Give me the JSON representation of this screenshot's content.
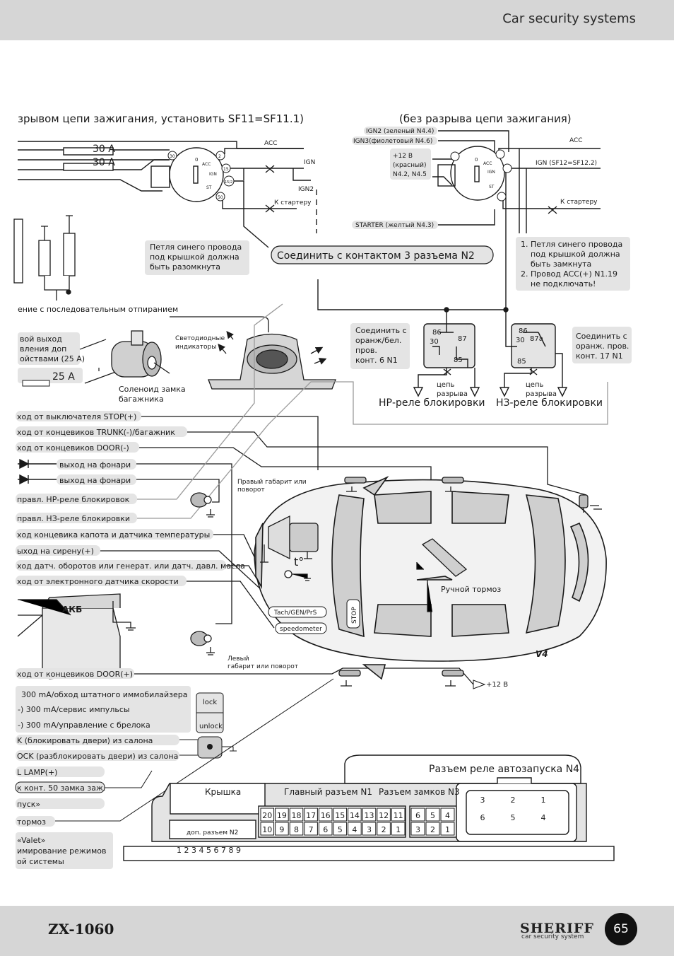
{
  "header": {
    "title": "Car security systems"
  },
  "footer": {
    "model": "ZX-1060",
    "brand": "SHERIFF",
    "brand_sub": "car security system",
    "page": "65"
  },
  "colors": {
    "band": "#d6d6d6",
    "label_bg": "#e4e4e4",
    "line": "#1a1a1a",
    "gray_line": "#9a9a9a",
    "page_badge": "#111111"
  },
  "diagram": {
    "title_left": "зрывом цепи зажигания, установить SF11=SF11.1)",
    "title_right": "(без разрыва цепи зажигания)",
    "fuse1": "30 A",
    "fuse2": "30 A",
    "fuse3": "25 A",
    "acc_left": "ACC",
    "ign_left": "IGN",
    "ign2_left": "IGN2",
    "k_starter_left": "К стартеру",
    "lock_terms": [
      "30",
      "2",
      "15",
      "15/2",
      "50"
    ],
    "lock_inner": [
      "0",
      "ACC",
      "IGN",
      "ST"
    ],
    "loop_note": [
      "Петля синего провода",
      "под крышкой должна",
      "быть разомкнута"
    ],
    "connect_n2": "Соединить с контактом 3 разъема N2",
    "ign2_green": "IGN2 (зеленый N4.4)",
    "ign3_violet": "IGN3(фиолетовый N4.6)",
    "plus12_red": [
      "+12 В",
      "(красный)",
      "N4.2, N4.5"
    ],
    "acc_right": "ACC",
    "ign_right": "IGN (SF12=SF12.2)",
    "k_starter_right": "К стартеру",
    "starter_yellow": "STARTER (желтый N4.3)",
    "right_notes": [
      "1. Петля синего провода",
      "под крышкой должна",
      "быть замкнута",
      "2. Провод ACC(+) N1.19",
      "не подключать!"
    ],
    "serial_unlock": "ение с последовательным отпиранием",
    "extra_output": [
      "вой выход",
      "вления доп",
      "ойствами (25 А)"
    ],
    "led_label": [
      "Светодиодные",
      "индикаторы"
    ],
    "solenoid": [
      "Соленоид замка",
      "багажника"
    ],
    "connect_orange_white": [
      "Соединить с",
      "оранж/бел.",
      "пров.",
      "конт. 6 N1"
    ],
    "connect_orange": [
      "Соединить с",
      "оранж. пров.",
      "конт. 17 N1"
    ],
    "relay_no_pins": [
      "86",
      "30",
      "87",
      "85"
    ],
    "relay_nc_pins": [
      "86",
      "30",
      "87a",
      "85"
    ],
    "circuit_break": [
      "цепь",
      "разрыва"
    ],
    "relay_no_label": "НР-реле блокировки",
    "relay_nc_label": "НЗ-реле блокировки",
    "wires": [
      "ход от выключателя STOP(+)",
      "ход от концевиков TRUNK(-)/багажник",
      "ход от концевиков DOOR(-)",
      "выход на фонари",
      "выход на фонари",
      "правл. НР-реле блокировок",
      "правл. НЗ-реле блокировки",
      "ход концевика капота и датчика температуры",
      "ыход на сирену(+)",
      "ход датч. оборотов или генерат. или датч. давл. масла",
      "ход от электронного датчика скорости"
    ],
    "right_light": [
      "Правый габарит или",
      "поворот"
    ],
    "left_light": [
      "Левый",
      "габарит или поворот"
    ],
    "temp": "t°",
    "handbrake": "Ручной тормоз",
    "tach": "Tach/GEN/PrS",
    "speedometer": "speedometer",
    "stop_sensor": "STOP",
    "akb": "АКБ",
    "v4": "V4",
    "door_plus": "ход от концевиков DOOR(+)",
    "plus12": "+12 В",
    "outputs": [
      "300 mA/обход штатного иммобилайзера",
      "-)  300 mA/сервис импульсы",
      "-)  300 mA/управление с брелока"
    ],
    "lock": "lock",
    "unlock": "unlock",
    "lock_cabin": "K (блокировать двери) из салона",
    "unlock_cabin": "OCK (разблокировать двери) из салона",
    "lamp": "L LAMP(+)",
    "k50": "к конт. 50 замка заж.",
    "start": "пуск»",
    "brake": "тормоз",
    "valet": [
      "«Valet»",
      "имирование режимов",
      "ой системы"
    ],
    "n4_title": "Разъем реле автозапуска N4",
    "n4_pins": [
      "3",
      "2",
      "1",
      "6",
      "5",
      "4"
    ],
    "cover": "Крышка",
    "n1_title": "Главный разъем N1",
    "n3_title": "Разъем замков N3",
    "n1_top": [
      "20",
      "19",
      "18",
      "17",
      "16",
      "15",
      "14",
      "13",
      "12",
      "11"
    ],
    "n1_bottom": [
      "10",
      "9",
      "8",
      "7",
      "6",
      "5",
      "4",
      "3",
      "2",
      "1"
    ],
    "n3_top": [
      "6",
      "5",
      "4"
    ],
    "n3_bottom": [
      "3",
      "2",
      "1"
    ],
    "n2_label": "доп. разъем N2",
    "n2_pins": "1 2 3 4 5  6 7 8 9"
  }
}
